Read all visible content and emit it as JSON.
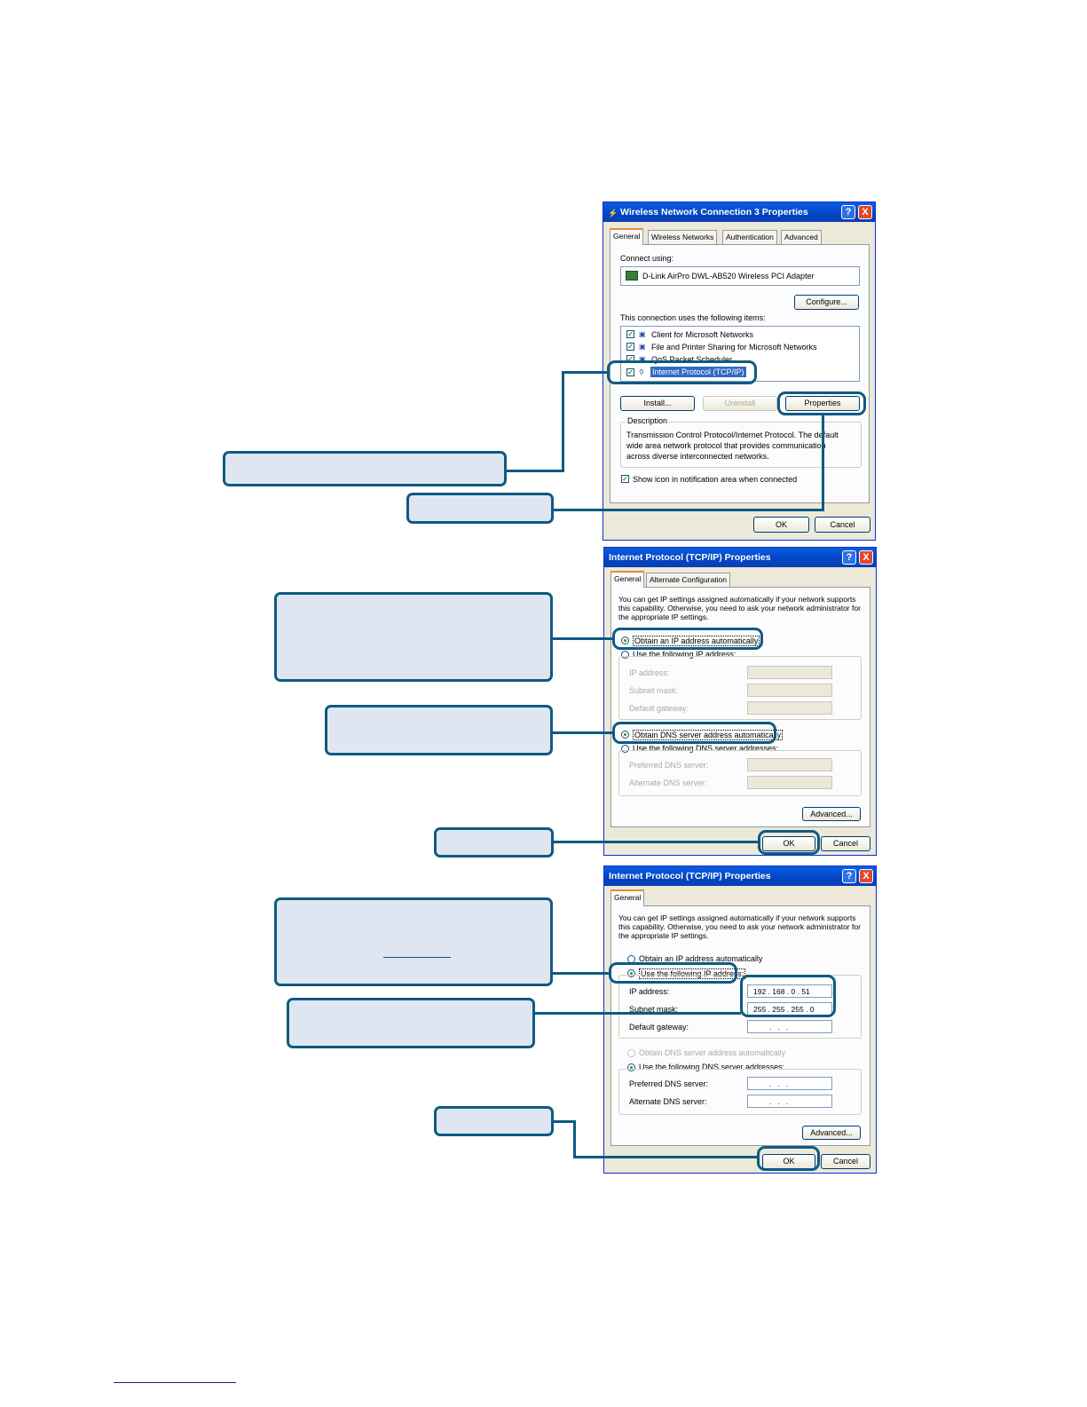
{
  "dialog1": {
    "title": "Wireless Network Connection 3 Properties",
    "help": "?",
    "close": "X",
    "tabs": [
      "General",
      "Wireless Networks",
      "Authentication",
      "Advanced"
    ],
    "connect_using_label": "Connect using:",
    "adapter_name": "D-Link AirPro DWL-AB520 Wireless PCI Adapter",
    "configure_button": "Configure...",
    "items_label": "This connection uses the following items:",
    "items": [
      {
        "label": "Client for Microsoft Networks",
        "checked": true
      },
      {
        "label": "File and Printer Sharing for Microsoft Networks",
        "checked": true
      },
      {
        "label": "QoS Packet Scheduler",
        "checked": true
      },
      {
        "label": "Internet Protocol (TCP/IP)",
        "checked": true
      }
    ],
    "install_button": "Install...",
    "uninstall_button": "Uninstall",
    "properties_button": "Properties",
    "description_title": "Description",
    "description_text": "Transmission Control Protocol/Internet Protocol. The default wide area network protocol that provides communication across diverse interconnected networks.",
    "show_icon_label": "Show icon in notification area when connected",
    "ok_button": "OK",
    "cancel_button": "Cancel"
  },
  "dialog2": {
    "title": "Internet Protocol (TCP/IP) Properties",
    "help": "?",
    "close": "X",
    "tabs": [
      "General",
      "Alternate Configuration"
    ],
    "intro_text": "You can get IP settings assigned automatically if your network supports this capability. Otherwise, you need to ask your network administrator for the appropriate IP settings.",
    "obtain_ip_auto": "Obtain an IP address automatically",
    "use_following_ip": "Use the following IP address:",
    "ip_address_label": "IP address:",
    "subnet_mask_label": "Subnet mask:",
    "default_gateway_label": "Default gateway:",
    "obtain_dns_auto": "Obtain DNS server address automatically",
    "use_following_dns": "Use the following DNS server addresses:",
    "preferred_dns_label": "Preferred DNS server:",
    "alternate_dns_label": "Alternate DNS server:",
    "advanced_button": "Advanced...",
    "ok_button": "OK",
    "cancel_button": "Cancel"
  },
  "dialog3": {
    "title": "Internet Protocol (TCP/IP) Properties",
    "help": "?",
    "close": "X",
    "tabs": [
      "General"
    ],
    "intro_text": "You can get IP settings assigned automatically if your network supports this capability. Otherwise, you need to ask your network administrator for the appropriate IP settings.",
    "obtain_ip_auto": "Obtain an IP address automatically",
    "use_following_ip": "Use the following IP address:",
    "ip_address_label": "IP address:",
    "ip_address_value": "192 . 168 . 0 . 51",
    "subnet_mask_label": "Subnet mask:",
    "subnet_mask_value": "255 . 255 . 255 . 0",
    "default_gateway_label": "Default gateway:",
    "empty_ip": ".   .   .",
    "obtain_dns_auto": "Obtain DNS server address automatically",
    "use_following_dns": "Use the following DNS server addresses:",
    "preferred_dns_label": "Preferred DNS server:",
    "alternate_dns_label": "Alternate DNS server:",
    "advanced_button": "Advanced...",
    "ok_button": "OK",
    "cancel_button": "Cancel"
  },
  "colors": {
    "callout_border": "#0f5a82",
    "callout_fill": "#dfe6f1",
    "dialog_bg": "#ece9d8",
    "titlebar": "#0246c4"
  }
}
